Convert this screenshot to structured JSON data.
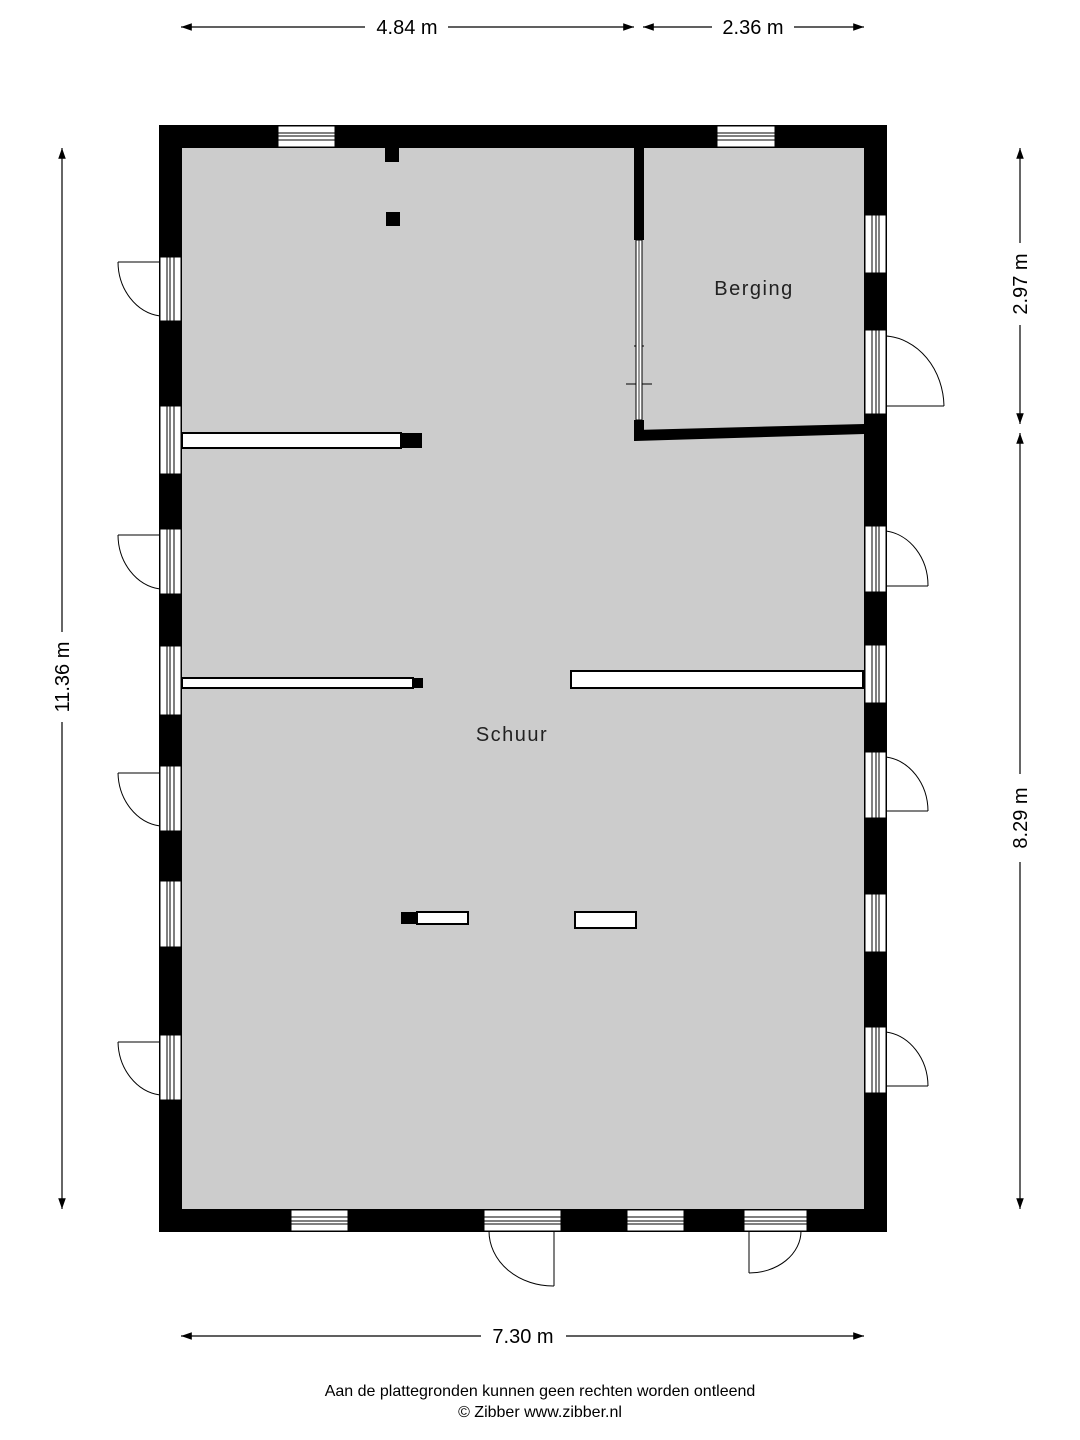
{
  "dimensions": {
    "top_left": "4.84 m",
    "top_right": "2.36 m",
    "bottom": "7.30 m",
    "left": "11.36 m",
    "right_top": "2.97 m",
    "right_bottom": "8.29 m"
  },
  "rooms": {
    "berging": "Berging",
    "schuur": "Schuur"
  },
  "footer": {
    "disclaimer": "Aan de plattegronden kunnen geen rechten worden ontleend",
    "copyright": "© Zibber www.zibber.nl"
  },
  "colors": {
    "wall": "#000000",
    "floor": "#cccccc",
    "window_frame": "#ffffff"
  }
}
